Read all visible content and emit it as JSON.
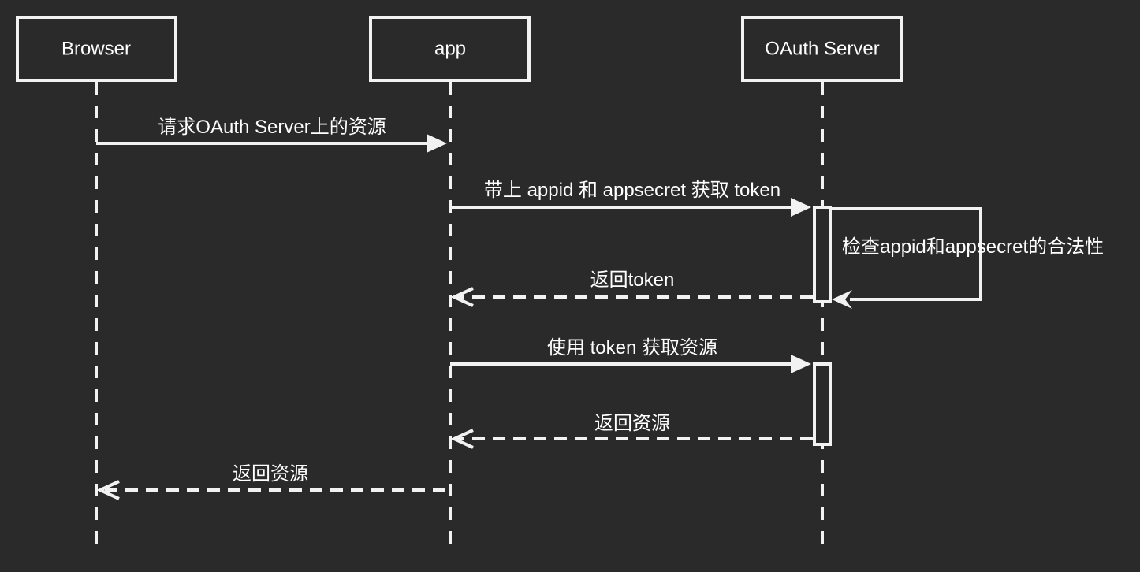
{
  "participants": {
    "browser": "Browser",
    "app": "app",
    "oauth": "OAuth Server"
  },
  "messages": [
    {
      "from": "Browser",
      "to": "app",
      "label": "请求OAuth Server上的资源",
      "style": "solid"
    },
    {
      "from": "app",
      "to": "OAuth Server",
      "label": "带上 appid 和 appsecret 获取 token",
      "style": "solid"
    },
    {
      "from": "OAuth Server",
      "to": "OAuth Server",
      "label": "检查appid和appsecret的合法性",
      "style": "solid-self"
    },
    {
      "from": "OAuth Server",
      "to": "app",
      "label": "返回token",
      "style": "dashed"
    },
    {
      "from": "app",
      "to": "OAuth Server",
      "label": "使用 token 获取资源",
      "style": "solid"
    },
    {
      "from": "OAuth Server",
      "to": "app",
      "label": "返回资源",
      "style": "dashed"
    },
    {
      "from": "app",
      "to": "Browser",
      "label": "返回资源",
      "style": "dashed"
    }
  ],
  "colors": {
    "background": "#2a2a2a",
    "stroke": "#f2f2f2",
    "text": "#ffffff"
  }
}
